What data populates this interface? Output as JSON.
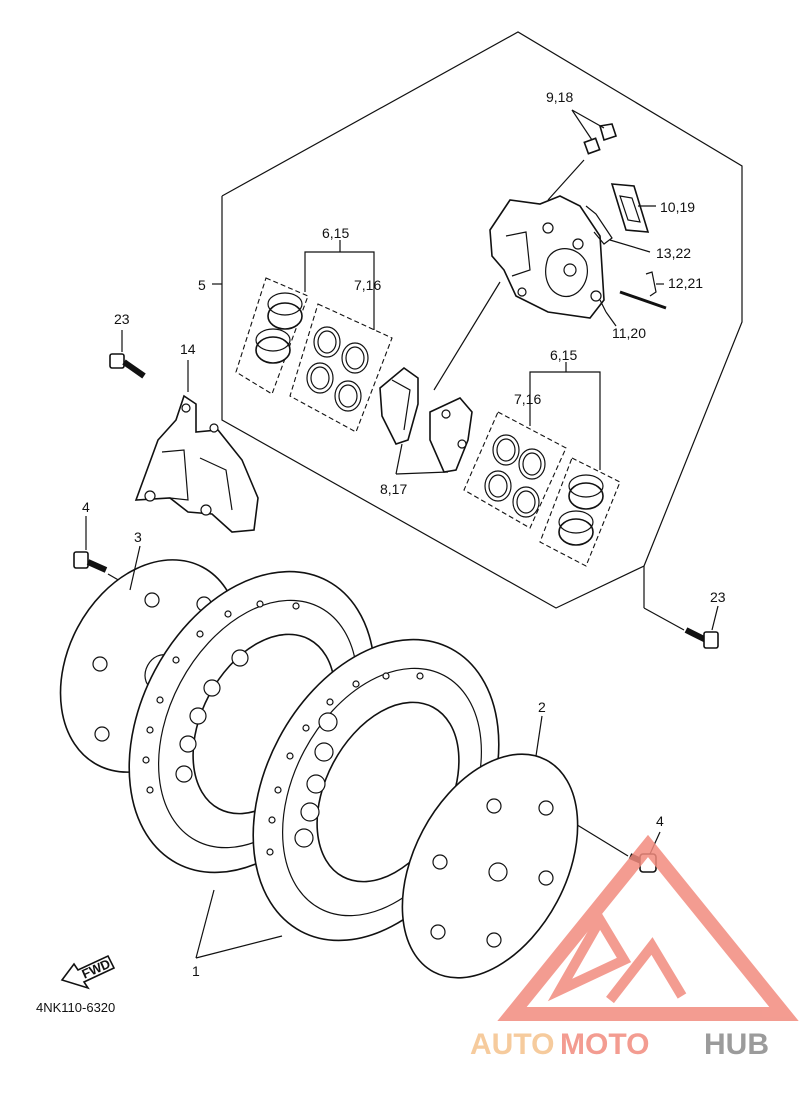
{
  "diagram_code": "4NK110-6320",
  "fwd_label": "FWD",
  "callouts": {
    "c1": "1",
    "c2": "2",
    "c3": "3",
    "c4a": "4",
    "c4b": "4",
    "c5": "5",
    "c6_15a": "6,15",
    "c6_15b": "6,15",
    "c7_16a": "7,16",
    "c7_16b": "7,16",
    "c8_17": "8,17",
    "c9_18": "9,18",
    "c10_19": "10,19",
    "c11_20": "11,20",
    "c12_21": "12,21",
    "c13_22": "13,22",
    "c14": "14",
    "c23a": "23",
    "c23b": "23"
  },
  "watermark": {
    "part1": "AUTO",
    "part2": "MOTO",
    "part3": "HUB",
    "color_main": "#f28b7e",
    "color_accent": "#f5c28c",
    "color_dark": "#8a8a8a"
  }
}
